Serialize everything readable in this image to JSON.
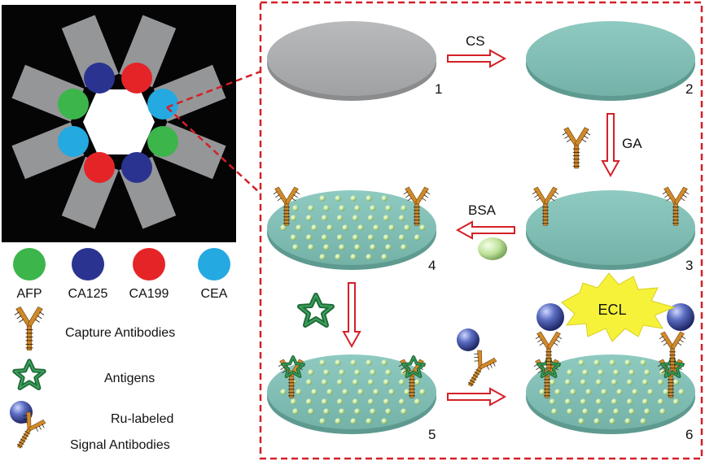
{
  "chip": {
    "legend": [
      {
        "label": "AFP",
        "color": "#3cb54a"
      },
      {
        "label": "CA125",
        "color": "#2b3390"
      },
      {
        "label": "CA199",
        "color": "#e52428"
      },
      {
        "label": "CEA",
        "color": "#24a9e1"
      }
    ]
  },
  "legend_items": {
    "capture": "Capture Antibodies",
    "antigens": "Antigens",
    "signal_line1": "Ru-labeled",
    "signal_line2": "Signal Antibodies"
  },
  "steps": {
    "cs": "CS",
    "ga": "GA",
    "bsa": "BSA",
    "ecl": "ECL"
  },
  "electrodes": [
    "1",
    "2",
    "3",
    "4",
    "5",
    "6"
  ],
  "colors": {
    "gray_disk": "#a9abad",
    "teal_disk": "#86c2b9",
    "dash_red": "#d42027",
    "arrow_red": "#d42027",
    "bead": "#c9e8a5",
    "antigen": "#1f6b3a",
    "antibody": "#d08a2a",
    "ru_sphere": "#4a5aa8",
    "ecl_burst": "#f6f23a"
  }
}
